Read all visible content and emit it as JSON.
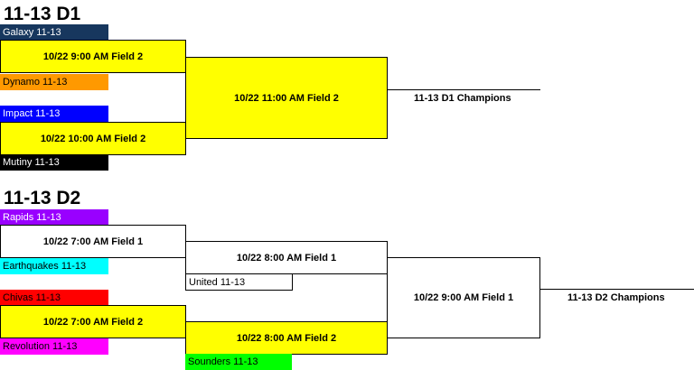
{
  "d1": {
    "title": "11-13 D1",
    "teams": {
      "galaxy": {
        "label": "Galaxy 11-13",
        "bg": "#17375e",
        "fg": "#ffffff"
      },
      "dynamo": {
        "label": "Dynamo 11-13",
        "bg": "#ff9900",
        "fg": "#000000"
      },
      "impact": {
        "label": "Impact 11-13",
        "bg": "#0000ff",
        "fg": "#ffffff"
      },
      "mutiny": {
        "label": "Mutiny 11-13",
        "bg": "#000000",
        "fg": "#ffffff"
      }
    },
    "matches": {
      "semi1": "10/22 9:00 AM Field 2",
      "semi2": "10/22 10:00 AM Field 2",
      "final": "10/22 11:00 AM Field 2"
    },
    "champions": "11-13 D1 Champions"
  },
  "d2": {
    "title": "11-13 D2",
    "teams": {
      "rapids": {
        "label": "Rapids 11-13",
        "bg": "#9900ff",
        "fg": "#ffffff"
      },
      "earthquakes": {
        "label": "Earthquakes 11-13",
        "bg": "#00ffff",
        "fg": "#000000"
      },
      "chivas": {
        "label": "Chivas 11-13",
        "bg": "#ff0000",
        "fg": "#000000"
      },
      "revolution": {
        "label": "Revolution 11-13",
        "bg": "#ff00ff",
        "fg": "#000000"
      },
      "united": {
        "label": "United 11-13",
        "bg": "#ffffff",
        "fg": "#000000"
      },
      "sounders": {
        "label": "Sounders 11-13",
        "bg": "#00ff00",
        "fg": "#000000"
      }
    },
    "matches": {
      "r1a": "10/22 7:00 AM Field 1",
      "r1b": "10/22 7:00 AM Field 2",
      "qf1": "10/22 8:00 AM Field 1",
      "qf2": "10/22 8:00 AM Field 2",
      "final": "10/22 9:00 AM Field 1"
    },
    "champions": "11-13 D2 Champions"
  },
  "colors": {
    "match_yellow": "#ffff00",
    "match_plain": "#ffffff"
  }
}
